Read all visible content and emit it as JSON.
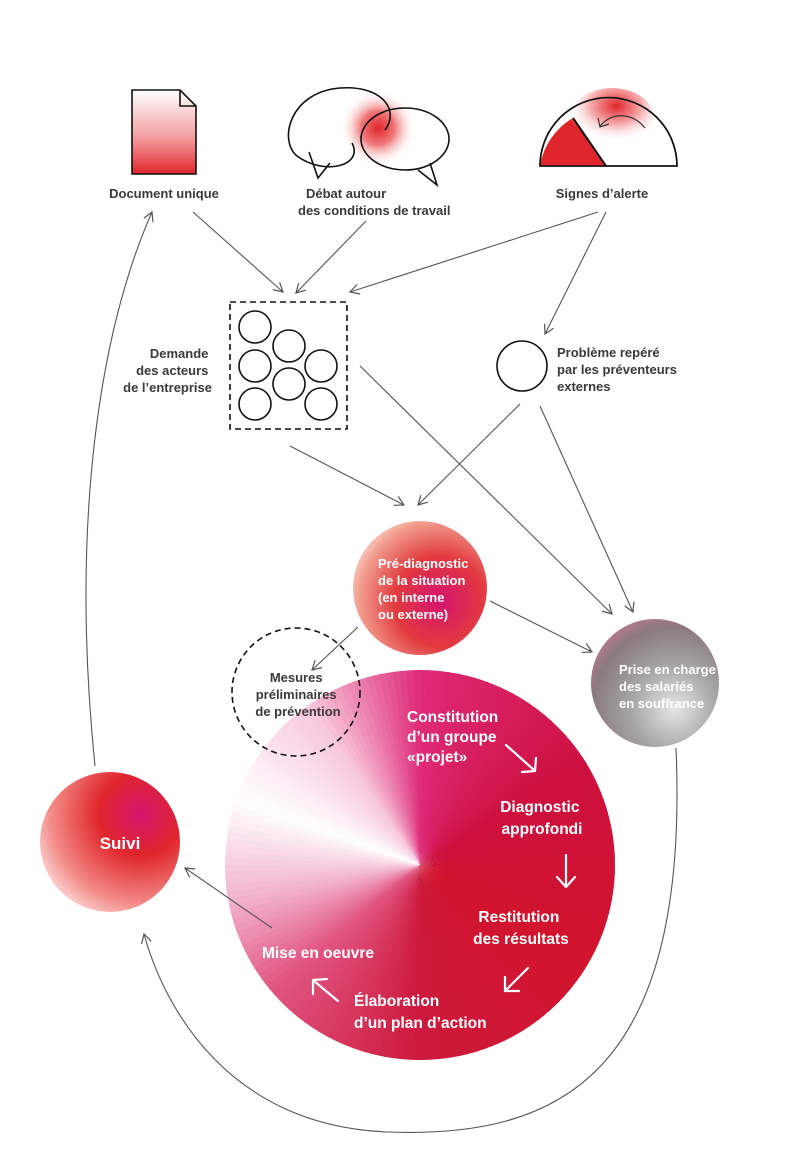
{
  "colors": {
    "red": "#e0262c",
    "crimson": "#c8102e",
    "magenta": "#d4146e",
    "grey": "#8a8a8a",
    "stroke": "#555555"
  },
  "sources": {
    "document": {
      "icon": "document-icon",
      "label": [
        "Document unique"
      ]
    },
    "debat": {
      "icon": "speech-bubbles-icon",
      "label": [
        "Débat autour",
        "des conditions de travail"
      ]
    },
    "signes": {
      "icon": "gauge-icon",
      "label": [
        "Signes d’alerte"
      ]
    }
  },
  "demande": {
    "icon": "group-of-people-icon",
    "label": [
      "Demande",
      "des acteurs",
      "de l’entreprise"
    ]
  },
  "probleme": {
    "label": [
      "Problème repéré",
      "par les préventeurs",
      "externes"
    ]
  },
  "prediagnostic": {
    "label": [
      "Pré-diagnostic",
      "de la situation",
      "(en interne",
      "ou externe)"
    ]
  },
  "mesures": {
    "label": [
      "Mesures",
      "préliminaires",
      "de prévention"
    ]
  },
  "prise_en_charge": {
    "label": [
      "Prise en charge",
      "des salariés",
      "en souffrance"
    ]
  },
  "suivi": {
    "label": "Suivi"
  },
  "cycle": {
    "constitution": [
      "Constitution",
      "d’un groupe",
      "«projet»"
    ],
    "diagnostic": [
      "Diagnostic",
      "approfondi"
    ],
    "restitution": [
      "Restitution",
      "des résultats"
    ],
    "elaboration": [
      "Élaboration",
      "d’un plan d’action"
    ],
    "mise_en_oeuvre": [
      "Mise en oeuvre"
    ]
  }
}
